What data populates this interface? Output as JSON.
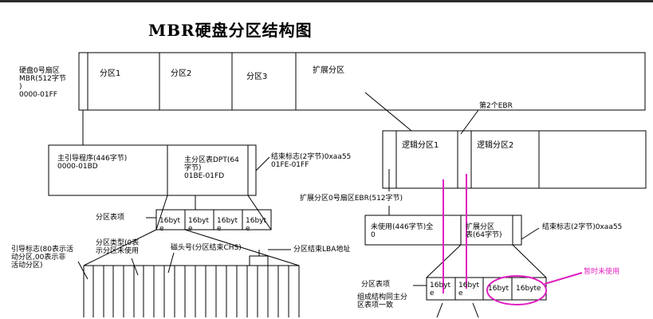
{
  "title": "MBR硬盘分区结构图",
  "mbr": {
    "label": "硬盘0号扇区\nMBR(512字节\n)\n0000-01FF",
    "partitions": [
      "分区1",
      "分区2",
      "分区3",
      "扩展分区"
    ]
  },
  "mbr_detail": {
    "boot_program": "主引导程序(446字节)\n0000-01BD",
    "dpt": "主分区表DPT(64\n字节)\n01BE-01FD",
    "end_mark": "结束标志(2字节)0xaa55\n01FE-01FF"
  },
  "partition_table": {
    "label": "分区表项",
    "entries": [
      "16byt\ne",
      "16byt\ne",
      "16byt\ne",
      "16byt\ne"
    ]
  },
  "entry_fields": {
    "boot_flag": "引导标志(80表示活\n动分区,00表示非\n活动分区)",
    "type": "分区类型(0表\n示分区未使用",
    "head": "磁头号(分区结束CHS)",
    "lba": "分区结束LBA地址"
  },
  "ebr": {
    "second_ebr": "第2个EBR",
    "logical": [
      "逻辑分区1",
      "逻辑分区2"
    ],
    "label": "扩展分区0号扇区EBR(512字节)"
  },
  "ebr_detail": {
    "unused": "未使用(446字节)全\n0",
    "table": "扩展分区\n表(64字节)",
    "end_mark": "结束标志(2字节)0xaa55"
  },
  "ebr_table": {
    "label": "分区表项",
    "note": "组成结构同主分\n区表项一致",
    "entries": [
      "16byt\ne",
      "16byt\ne",
      "16byt",
      "16byte"
    ],
    "unused_note": "暂时未使用"
  },
  "colors": {
    "highlight": "#e020c0",
    "line": "#000000"
  }
}
